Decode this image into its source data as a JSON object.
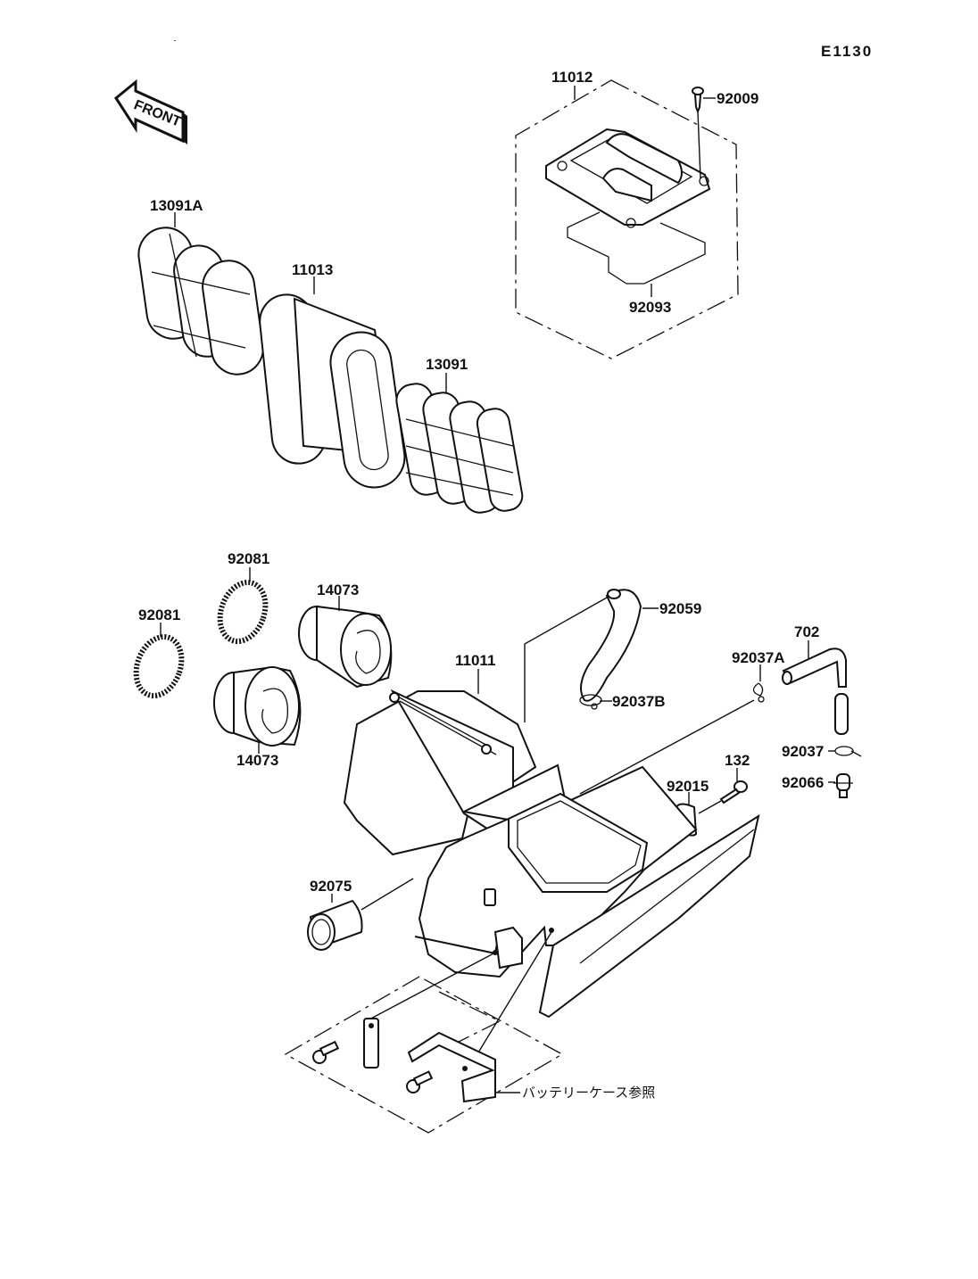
{
  "diagram": {
    "figure_code": "E1130",
    "direction_marker": "FRONT",
    "groups": [
      {
        "id": "air-filter-cover-assy",
        "label": "11012",
        "members": [
          "92009",
          "92093"
        ]
      },
      {
        "id": "battery-bracket-group",
        "note": "バッテリーケース参照"
      }
    ],
    "parts": [
      {
        "part_no": "11012",
        "name": "cover assembly"
      },
      {
        "part_no": "92009",
        "name": "screw"
      },
      {
        "part_no": "92093",
        "name": "gasket"
      },
      {
        "part_no": "13091A",
        "name": "filter frame"
      },
      {
        "part_no": "11013",
        "name": "air filter element"
      },
      {
        "part_no": "13091",
        "name": "filter frame"
      },
      {
        "part_no": "92081",
        "name": "clamp spring"
      },
      {
        "part_no": "92081",
        "name": "clamp spring"
      },
      {
        "part_no": "14073",
        "name": "duct"
      },
      {
        "part_no": "14073",
        "name": "duct"
      },
      {
        "part_no": "92059",
        "name": "hose"
      },
      {
        "part_no": "11011",
        "name": "air cleaner housing"
      },
      {
        "part_no": "92037A",
        "name": "clamp"
      },
      {
        "part_no": "92037B",
        "name": "clamp"
      },
      {
        "part_no": "702",
        "name": "hose"
      },
      {
        "part_no": "92037",
        "name": "clamp"
      },
      {
        "part_no": "92066",
        "name": "plug"
      },
      {
        "part_no": "132",
        "name": "bolt"
      },
      {
        "part_no": "92015",
        "name": "nut"
      },
      {
        "part_no": "92075",
        "name": "collar"
      }
    ],
    "labels": {
      "l11012": "11012",
      "l92009": "92009",
      "l92093": "92093",
      "l13091A": "13091A",
      "l11013": "11013",
      "l13091": "13091",
      "l92081a": "92081",
      "l92081b": "92081",
      "l14073a": "14073",
      "l14073b": "14073",
      "l92059": "92059",
      "l11011": "11011",
      "l92037A": "92037A",
      "l92037B": "92037B",
      "l702": "702",
      "l92037": "92037",
      "l92066": "92066",
      "l132": "132",
      "l92015": "92015",
      "l92075": "92075",
      "battery_note": "バッテリーケース参照"
    }
  }
}
